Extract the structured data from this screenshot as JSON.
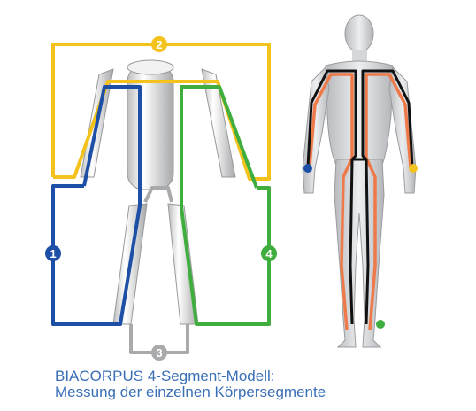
{
  "caption": {
    "line1": "BIACORPUS 4-Segment-Modell:",
    "line2": "Messung der einzelnen Körpersegmente"
  },
  "segments": [
    {
      "label": "1",
      "color": "#1e4fa6"
    },
    {
      "label": "2",
      "color": "#f3c21d"
    },
    {
      "label": "3",
      "color": "#a9aaab"
    },
    {
      "label": "4",
      "color": "#3fae3f"
    }
  ],
  "colors": {
    "black_path": "#111111",
    "orange_path": "#ee7a4a",
    "wrist_left_dot": "#1e4fa6",
    "wrist_right_dot": "#f3c21d",
    "ankle_dot": "#3fae3f",
    "caption": "#3a6fb7"
  }
}
